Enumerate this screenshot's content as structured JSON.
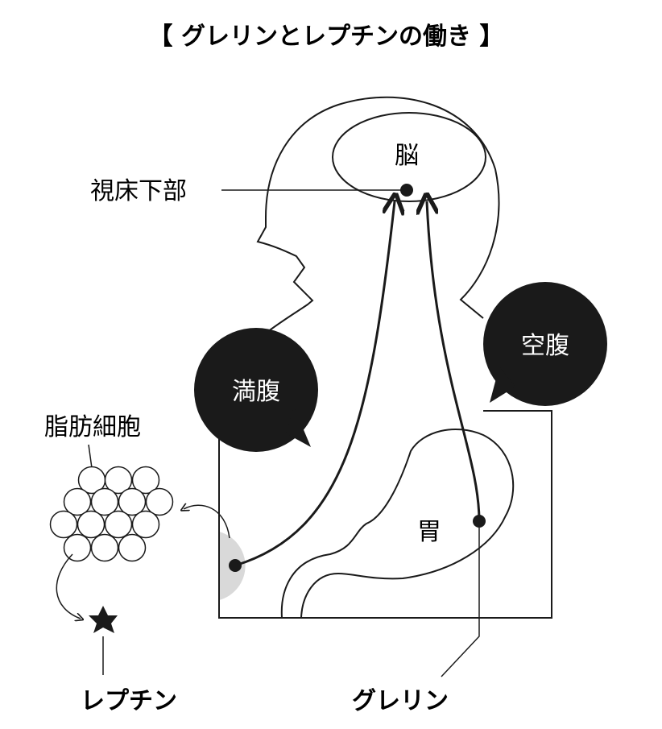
{
  "title": "【 グレリンとレプチンの働き 】",
  "labels": {
    "brain": "脳",
    "hypothalamus": "視床下部",
    "stomach": "胃",
    "fat_cells": "脂肪細胞",
    "leptin": "レプチン",
    "ghrelin": "グレリン"
  },
  "bubbles": {
    "full": "満腹",
    "hungry": "空腹"
  },
  "colors": {
    "ink": "#1a1a1a",
    "bubble": "#1a1a1a",
    "fat_highlight": "#d9d9d9",
    "background": "#ffffff"
  }
}
